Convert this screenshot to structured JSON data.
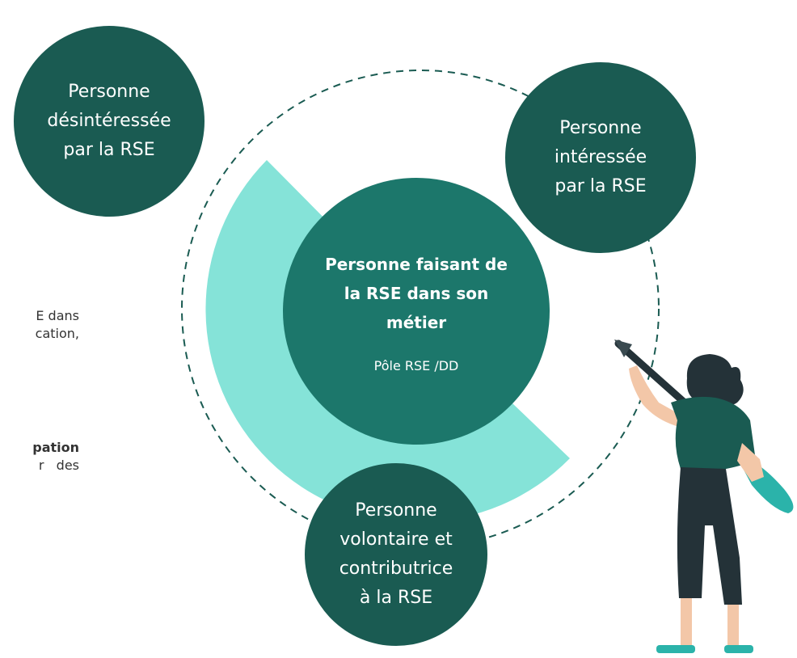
{
  "circles": {
    "uninterested": {
      "lines": [
        "Personne",
        "désintéressée",
        "par la RSE"
      ]
    },
    "interested": {
      "lines": [
        "Personne",
        "intéressée",
        "par la RSE"
      ]
    },
    "center": {
      "lines": [
        "Personne faisant de",
        "la RSE dans son",
        "métier"
      ],
      "sub": "Pôle RSE /DD"
    },
    "volunteer": {
      "lines": [
        "Personne",
        "volontaire et",
        "contributrice",
        "à la RSE"
      ]
    }
  },
  "left_text": {
    "block1": [
      "E dans",
      "cation,"
    ],
    "block2_bold": "pation",
    "block2": "r   des"
  },
  "colors": {
    "dark_teal": "#1a5b52",
    "mid_teal": "#1c776b",
    "light_teal": "#85e3d8",
    "dashed_ring": "#1a5b52"
  }
}
